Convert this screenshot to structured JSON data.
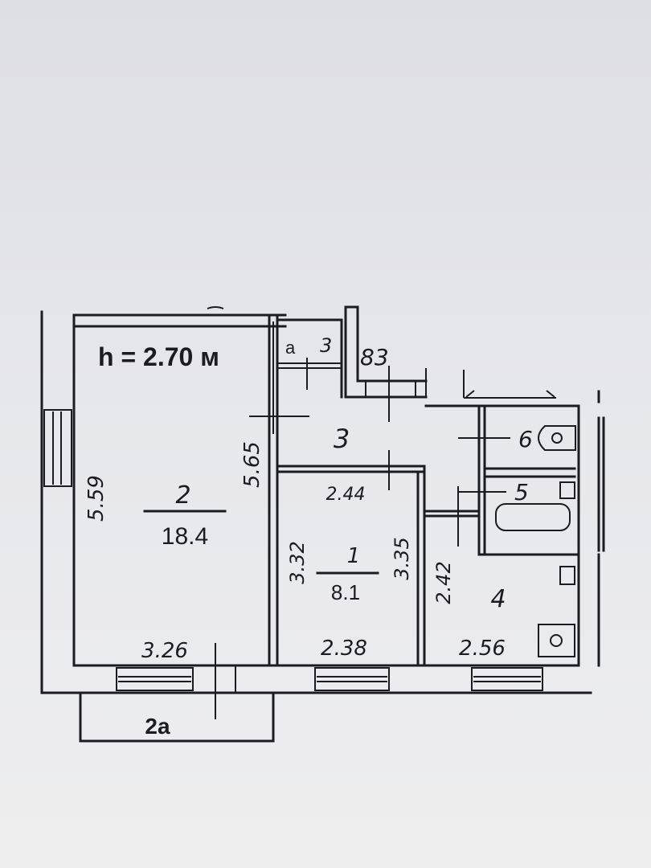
{
  "plan": {
    "ceiling_height": "h = 2.70 м",
    "rooms": {
      "room2": {
        "number": "2",
        "area": "18.4",
        "width": "3.26",
        "length_left": "5.59",
        "length_right": "5.65"
      },
      "balcony": {
        "label": "2a"
      },
      "closet": {
        "label_a": "a",
        "label_num": "3"
      },
      "entry": {
        "label": "83"
      },
      "hall": {
        "number": "3"
      },
      "room1": {
        "number": "1",
        "area": "8.1",
        "width_top": "2.44",
        "width_bottom": "2.38",
        "length_left": "3.32",
        "length_right": "3.35"
      },
      "kitchen": {
        "number": "4",
        "width": "2.56",
        "length": "2.42"
      },
      "wc": {
        "number": "6"
      },
      "bath": {
        "number": "5"
      }
    }
  }
}
